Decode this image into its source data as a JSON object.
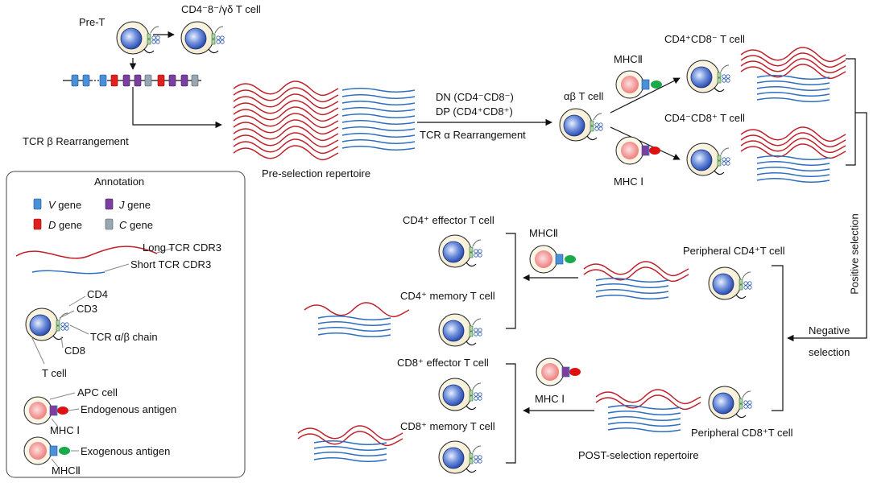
{
  "labels": {
    "pre_t": "Pre-T",
    "cd48_gd": "CD4⁻8⁻/γδ T cell",
    "tcr_beta": "TCR β Rearrangement",
    "pre_selection": "Pre-selection repertoire",
    "dn": "DN (CD4⁻CD8⁻)",
    "dp": "DP (CD4⁺CD8⁺)",
    "tcr_alpha": "TCR α Rearrangement",
    "ab_tcell": "αβ T cell",
    "mhc2_top": "MHCⅡ",
    "mhc1_top": "MHC Ⅰ",
    "cd4_single": "CD4⁺CD8⁻ T cell",
    "cd8_single": "CD4⁻CD8⁺ T cell",
    "positive_selection": "Positive selection",
    "negative_selection_1": "Negative",
    "negative_selection_2": "selection",
    "peripheral_cd4": "Peripheral CD4⁺T cell",
    "peripheral_cd8": "Peripheral CD8⁺T cell",
    "post_selection": "POST-selection repertoire",
    "cd4_effector": "CD4⁺ effector T cell",
    "cd4_memory": "CD4⁺ memory T cell",
    "cd8_effector": "CD8⁺ effector T cell",
    "cd8_memory": "CD8⁺ memory T cell",
    "mhc2_mid": "MHCⅡ",
    "mhc1_mid": "MHC Ⅰ"
  },
  "annotation": {
    "title": "Annotation",
    "v_gene": "V",
    "j_gene": "J",
    "d_gene": "D",
    "c_gene": "C",
    "gene_word": " gene",
    "long_cdr3": "Long TCR CDR3",
    "short_cdr3": "Short TCR CDR3",
    "cd4": "CD4",
    "cd3": "CD3",
    "tcr_chain": "TCR α/β chain",
    "cd8": "CD8",
    "t_cell": "T cell",
    "apc_cell": "APC cell",
    "endogenous": "Endogenous antigen",
    "mhc1": "MHC Ⅰ",
    "exogenous": "Exogenous antigen",
    "mhc2": "MHCⅡ"
  },
  "colors": {
    "long_cdr3": "#c0202a",
    "short_cdr3": "#2e6fc0",
    "v_gene": "#4a90d9",
    "j_gene": "#7b3fa0",
    "d_gene": "#e0201e",
    "c_gene": "#9aa7b0",
    "apc_core": "#f28a8a",
    "exogenous": "#1aaa4a",
    "endogenous": "#e01010"
  },
  "icons": [
    "t-cell-icon",
    "apc-cell-icon",
    "gene-segment-icon",
    "cdr3-wave-icon"
  ]
}
